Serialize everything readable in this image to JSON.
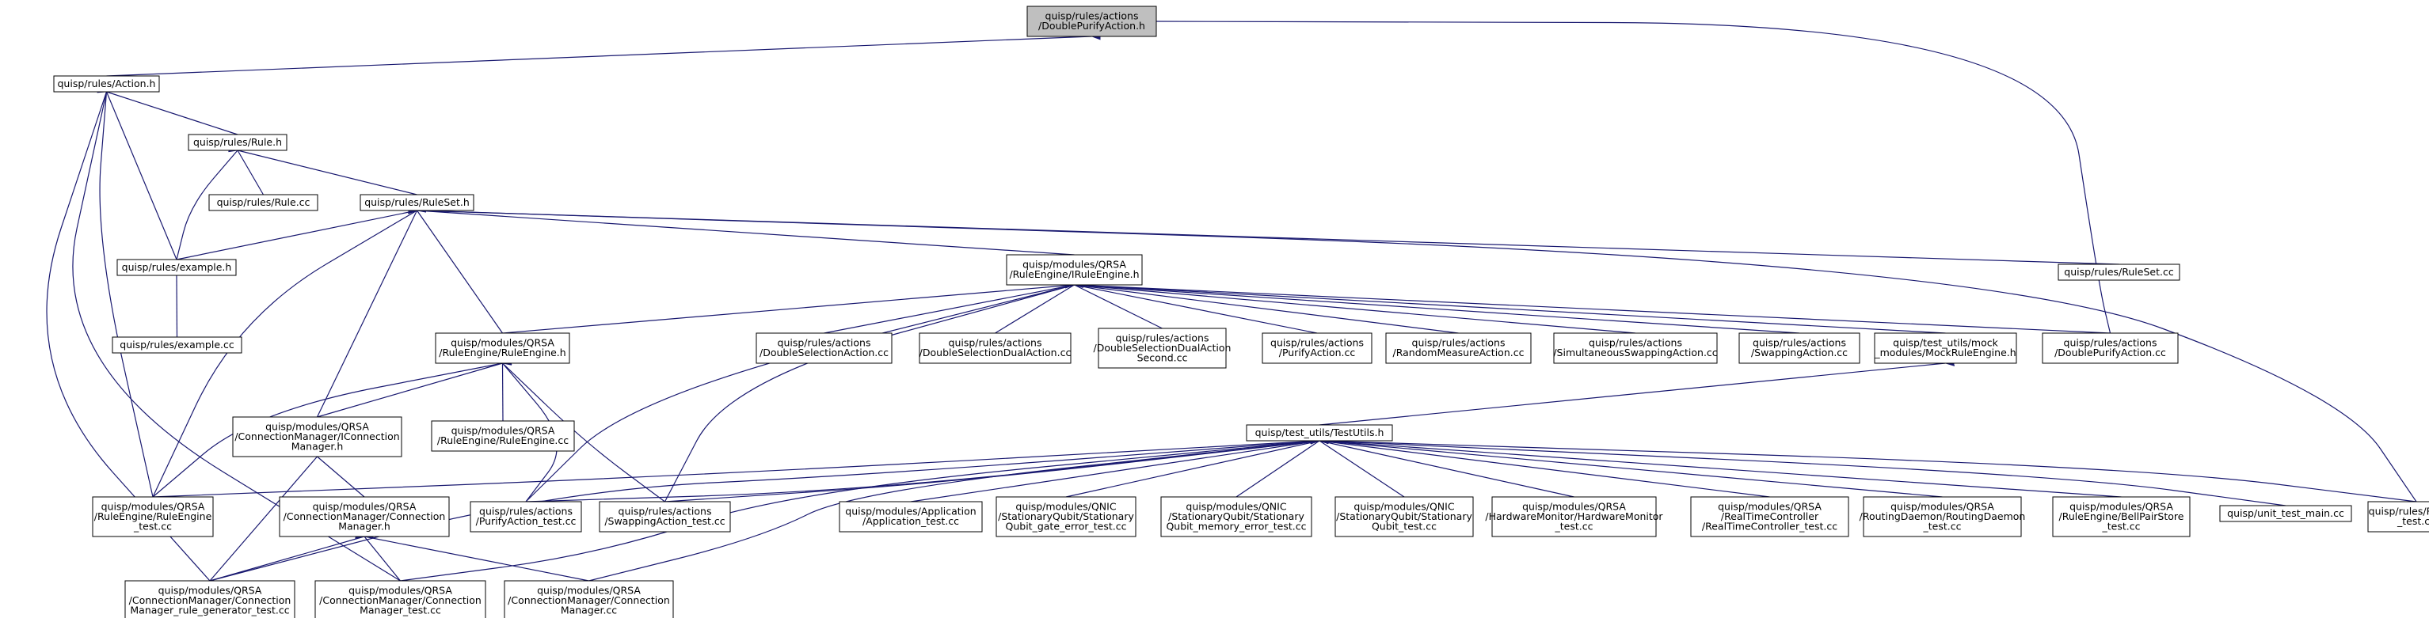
{
  "colors": {
    "edge": "#191970",
    "node_border": "#000000",
    "node_fill": "#ffffff",
    "root_fill": "#bfbfbf",
    "text": "#000000"
  },
  "nodes": [
    {
      "id": "dpa_h",
      "lines": [
        "quisp/rules/actions",
        "/DoublePurifyAction.h"
      ],
      "root": true
    },
    {
      "id": "action_h",
      "lines": [
        "quisp/rules/Action.h"
      ]
    },
    {
      "id": "rule_h",
      "lines": [
        "quisp/rules/Rule.h"
      ]
    },
    {
      "id": "rule_cc",
      "lines": [
        "quisp/rules/Rule.cc"
      ]
    },
    {
      "id": "ruleset_h",
      "lines": [
        "quisp/rules/RuleSet.h"
      ]
    },
    {
      "id": "example_h",
      "lines": [
        "quisp/rules/example.h"
      ]
    },
    {
      "id": "example_cc",
      "lines": [
        "quisp/rules/example.cc"
      ]
    },
    {
      "id": "irule_h",
      "lines": [
        "quisp/modules/QRSA",
        "/RuleEngine/IRuleEngine.h"
      ]
    },
    {
      "id": "ruleset_cc",
      "lines": [
        "quisp/rules/RuleSet.cc"
      ]
    },
    {
      "id": "re_h",
      "lines": [
        "quisp/modules/QRSA",
        "/RuleEngine/RuleEngine.h"
      ]
    },
    {
      "id": "dsa_cc",
      "lines": [
        "quisp/rules/actions",
        "/DoubleSelectionAction.cc"
      ]
    },
    {
      "id": "dsda_cc",
      "lines": [
        "quisp/rules/actions",
        "/DoubleSelectionDualAction.cc"
      ]
    },
    {
      "id": "dsdas_cc",
      "lines": [
        "quisp/rules/actions",
        "/DoubleSelectionDualAction",
        "Second.cc"
      ]
    },
    {
      "id": "pa_cc",
      "lines": [
        "quisp/rules/actions",
        "/PurifyAction.cc"
      ]
    },
    {
      "id": "rma_cc",
      "lines": [
        "quisp/rules/actions",
        "/RandomMeasureAction.cc"
      ]
    },
    {
      "id": "ssa_cc",
      "lines": [
        "quisp/rules/actions",
        "/SimultaneousSwappingAction.cc"
      ]
    },
    {
      "id": "sa_cc",
      "lines": [
        "quisp/rules/actions",
        "/SwappingAction.cc"
      ]
    },
    {
      "id": "mock_h",
      "lines": [
        "quisp/test_utils/mock",
        "_modules/MockRuleEngine.h"
      ]
    },
    {
      "id": "dpa_cc",
      "lines": [
        "quisp/rules/actions",
        "/DoublePurifyAction.cc"
      ]
    },
    {
      "id": "icm_h",
      "lines": [
        "quisp/modules/QRSA",
        "/ConnectionManager/IConnection",
        "Manager.h"
      ]
    },
    {
      "id": "re_cc",
      "lines": [
        "quisp/modules/QRSA",
        "/RuleEngine/RuleEngine.cc"
      ]
    },
    {
      "id": "testutils_h",
      "lines": [
        "quisp/test_utils/TestUtils.h"
      ]
    },
    {
      "id": "re_test",
      "lines": [
        "quisp/modules/QRSA",
        "/RuleEngine/RuleEngine",
        "_test.cc"
      ]
    },
    {
      "id": "cm_h",
      "lines": [
        "quisp/modules/QRSA",
        "/ConnectionManager/Connection",
        "Manager.h"
      ]
    },
    {
      "id": "pa_test",
      "lines": [
        "quisp/rules/actions",
        "/PurifyAction_test.cc"
      ]
    },
    {
      "id": "sa_test",
      "lines": [
        "quisp/rules/actions",
        "/SwappingAction_test.cc"
      ]
    },
    {
      "id": "app_test",
      "lines": [
        "quisp/modules/Application",
        "/Application_test.cc"
      ]
    },
    {
      "id": "sq_gate",
      "lines": [
        "quisp/modules/QNIC",
        "/StationaryQubit/Stationary",
        "Qubit_gate_error_test.cc"
      ]
    },
    {
      "id": "sq_mem",
      "lines": [
        "quisp/modules/QNIC",
        "/StationaryQubit/Stationary",
        "Qubit_memory_error_test.cc"
      ]
    },
    {
      "id": "sq_test",
      "lines": [
        "quisp/modules/QNIC",
        "/StationaryQubit/Stationary",
        "Qubit_test.cc"
      ]
    },
    {
      "id": "hm_test",
      "lines": [
        "quisp/modules/QRSA",
        "/HardwareMonitor/HardwareMonitor",
        "_test.cc"
      ]
    },
    {
      "id": "rtc_test",
      "lines": [
        "quisp/modules/QRSA",
        "/RealTimeController",
        "/RealTimeController_test.cc"
      ]
    },
    {
      "id": "rd_test",
      "lines": [
        "quisp/modules/QRSA",
        "/RoutingDaemon/RoutingDaemon",
        "_test.cc"
      ]
    },
    {
      "id": "bps_test",
      "lines": [
        "quisp/modules/QRSA",
        "/RuleEngine/BellPairStore",
        "_test.cc"
      ]
    },
    {
      "id": "utm",
      "lines": [
        "quisp/unit_test_main.cc"
      ]
    },
    {
      "id": "ruleset_test",
      "lines": [
        "quisp/rules/RuleSet",
        "_test.cc"
      ]
    },
    {
      "id": "cm_rg_test",
      "lines": [
        "quisp/modules/QRSA",
        "/ConnectionManager/Connection",
        "Manager_rule_generator_test.cc"
      ]
    },
    {
      "id": "cm_test",
      "lines": [
        "quisp/modules/QRSA",
        "/ConnectionManager/Connection",
        "Manager_test.cc"
      ]
    },
    {
      "id": "cm_cc",
      "lines": [
        "quisp/modules/QRSA",
        "/ConnectionManager/Connection",
        "Manager.cc"
      ]
    }
  ]
}
